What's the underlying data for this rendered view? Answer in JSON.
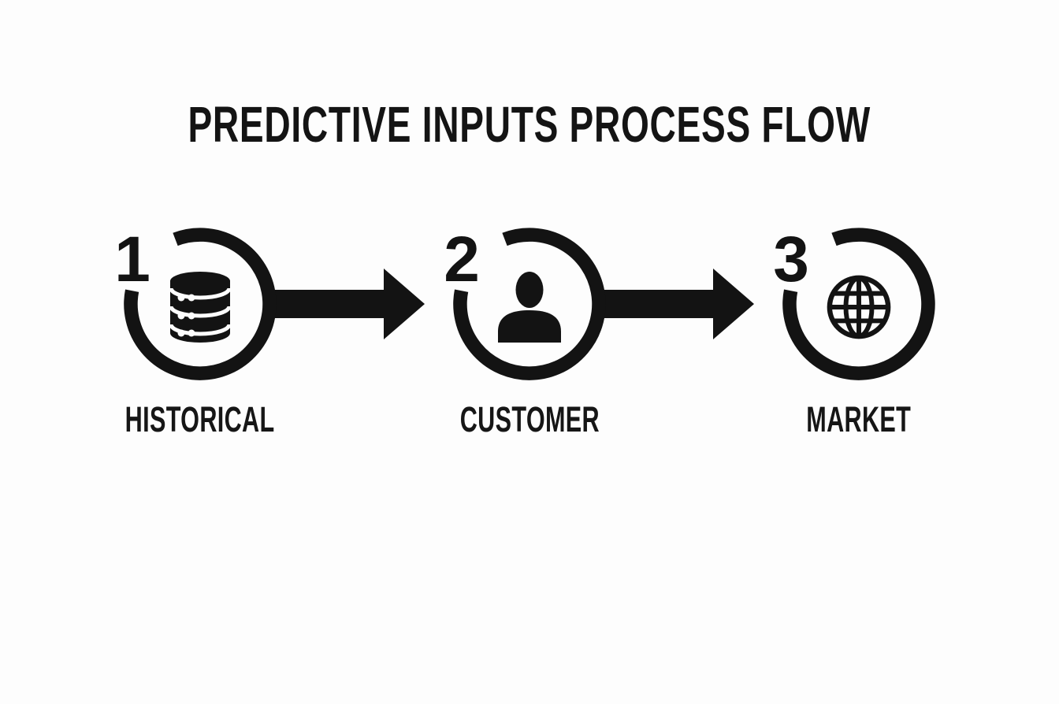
{
  "title": "PREDICTIVE INPUTS PROCESS FLOW",
  "colors": {
    "ink": "#131313",
    "background": "#fdfdfd"
  },
  "diagram": {
    "type": "process-flow",
    "direction": "left-to-right",
    "steps": [
      {
        "number": "1",
        "label": "HISTORICAL",
        "icon": "database-icon"
      },
      {
        "number": "2",
        "label": "CUSTOMER",
        "icon": "person-icon"
      },
      {
        "number": "3",
        "label": "MARKET",
        "icon": "globe-icon"
      }
    ],
    "connectors": [
      {
        "type": "arrow-right"
      },
      {
        "type": "arrow-right"
      }
    ]
  }
}
